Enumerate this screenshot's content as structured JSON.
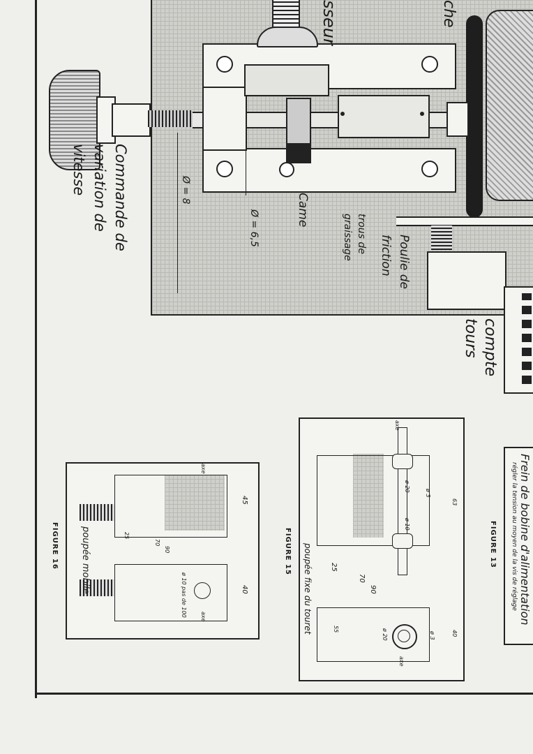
{
  "top_drawing": {
    "partial_label_1": "sseur",
    "partial_label_2": "che",
    "speed_control_label": "Commande de variation de vitesse",
    "diameter_8": "Ø = 8",
    "diameter_6_5": "Ø = 6,5",
    "cam_label": "Came",
    "lubrication_label": "trous de graissage",
    "friction_pulley_label": "Poulie de friction",
    "turn_counter_label": "compte tours"
  },
  "figure13": {
    "caption": "FIGURE 13",
    "brake_label": "Frein de bobine d'alimentation",
    "brake_note": "régler la tension au moyen de la vis de réglage"
  },
  "figure15": {
    "caption": "FIGURE 15",
    "part_label": "poupée fixe du touret",
    "axis_label": "axe",
    "dims": {
      "d63": "63",
      "d25": "25",
      "d70": "70",
      "d90": "90",
      "d40": "40",
      "d55": "55",
      "phi20_top": "ø 20",
      "phi10": "ø 10",
      "phi3": "ø 3",
      "phi20_bottom": "ø 20"
    }
  },
  "figure16": {
    "caption": "FIGURE 16",
    "part_label": "poupée mobile",
    "axis_label": "axe",
    "dims": {
      "d45": "45",
      "d40": "40",
      "d25": "25",
      "d70": "70",
      "d90": "90",
      "thread_note": "ø 10 pas de 100"
    }
  }
}
